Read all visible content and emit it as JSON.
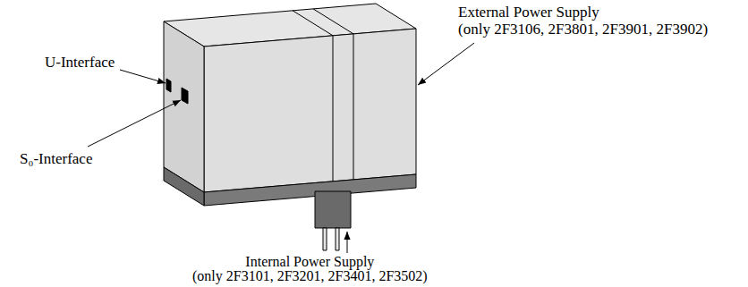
{
  "diagram": {
    "labels": [
      "U-Interface",
      "S₀-Interface",
      "External Power Supply (only 2F3106, 2F3801, 2F3901, 2F3902)",
      "Internal Power Supply (only 2F3101, 2F3201, 2F3401, 2F3502)"
    ]
  }
}
